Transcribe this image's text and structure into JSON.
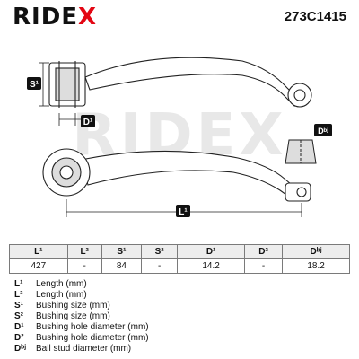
{
  "header": {
    "brand_prefix": "RIDE",
    "brand_x": "X",
    "part_number": "273C1415"
  },
  "drawing": {
    "watermark": "RIDEX",
    "labels": {
      "s1": "S¹",
      "d1": "D¹",
      "l1": "L¹",
      "dbj": "Dᵇʲ"
    }
  },
  "table": {
    "headers": [
      "L¹",
      "L²",
      "S¹",
      "S²",
      "D¹",
      "D²",
      "Dᵇʲ"
    ],
    "values": [
      "427",
      "-",
      "84",
      "-",
      "14.2",
      "-",
      "18.2"
    ]
  },
  "legend": [
    {
      "symbol": "L¹",
      "text": "Length (mm)"
    },
    {
      "symbol": "L²",
      "text": "Length (mm)"
    },
    {
      "symbol": "S¹",
      "text": "Bushing size (mm)"
    },
    {
      "symbol": "S²",
      "text": "Bushing size (mm)"
    },
    {
      "symbol": "D¹",
      "text": "Bushing hole diameter (mm)"
    },
    {
      "symbol": "D²",
      "text": "Bushing hole diameter (mm)"
    },
    {
      "symbol": "Dᵇʲ",
      "text": "Ball stud diameter (mm)"
    }
  ]
}
